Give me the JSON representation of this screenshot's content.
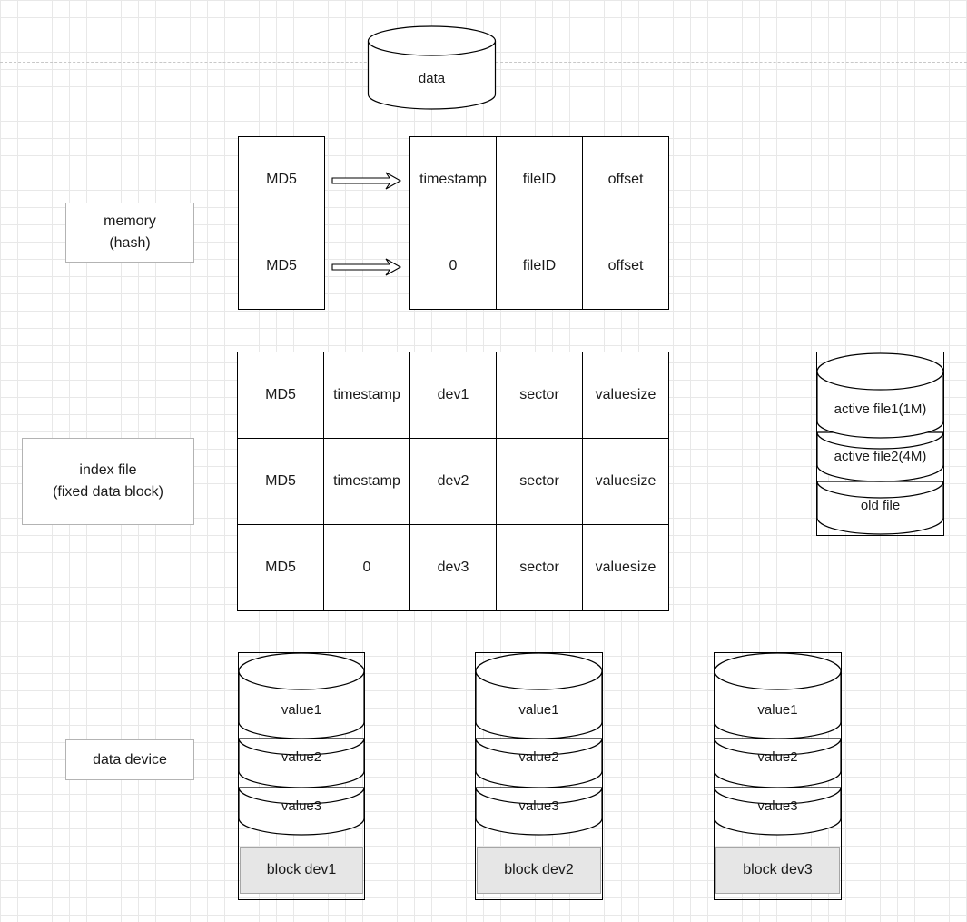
{
  "top_cylinder": {
    "label": "data"
  },
  "memory": {
    "label_line1": "memory",
    "label_line2": "(hash)",
    "keys": [
      "MD5",
      "MD5"
    ],
    "rows": [
      [
        "timestamp",
        "fileID",
        "offset"
      ],
      [
        "0",
        "fileID",
        "offset"
      ]
    ]
  },
  "index_file": {
    "label_line1": "index file",
    "label_line2": "(fixed data block)",
    "rows": [
      [
        "MD5",
        "timestamp",
        "dev1",
        "sector",
        "valuesize"
      ],
      [
        "MD5",
        "timestamp",
        "dev2",
        "sector",
        "valuesize"
      ],
      [
        "MD5",
        "0",
        "dev3",
        "sector",
        "valuesize"
      ]
    ]
  },
  "files": {
    "layers": [
      "active file1(1M)",
      "active file2(4M)",
      "old file"
    ]
  },
  "data_device": {
    "label": "data device",
    "devices": [
      {
        "values": [
          "value1",
          "value2",
          "value3"
        ],
        "block_label": "block dev1"
      },
      {
        "values": [
          "value1",
          "value2",
          "value3"
        ],
        "block_label": "block dev2"
      },
      {
        "values": [
          "value1",
          "value2",
          "value3"
        ],
        "block_label": "block dev3"
      }
    ]
  }
}
